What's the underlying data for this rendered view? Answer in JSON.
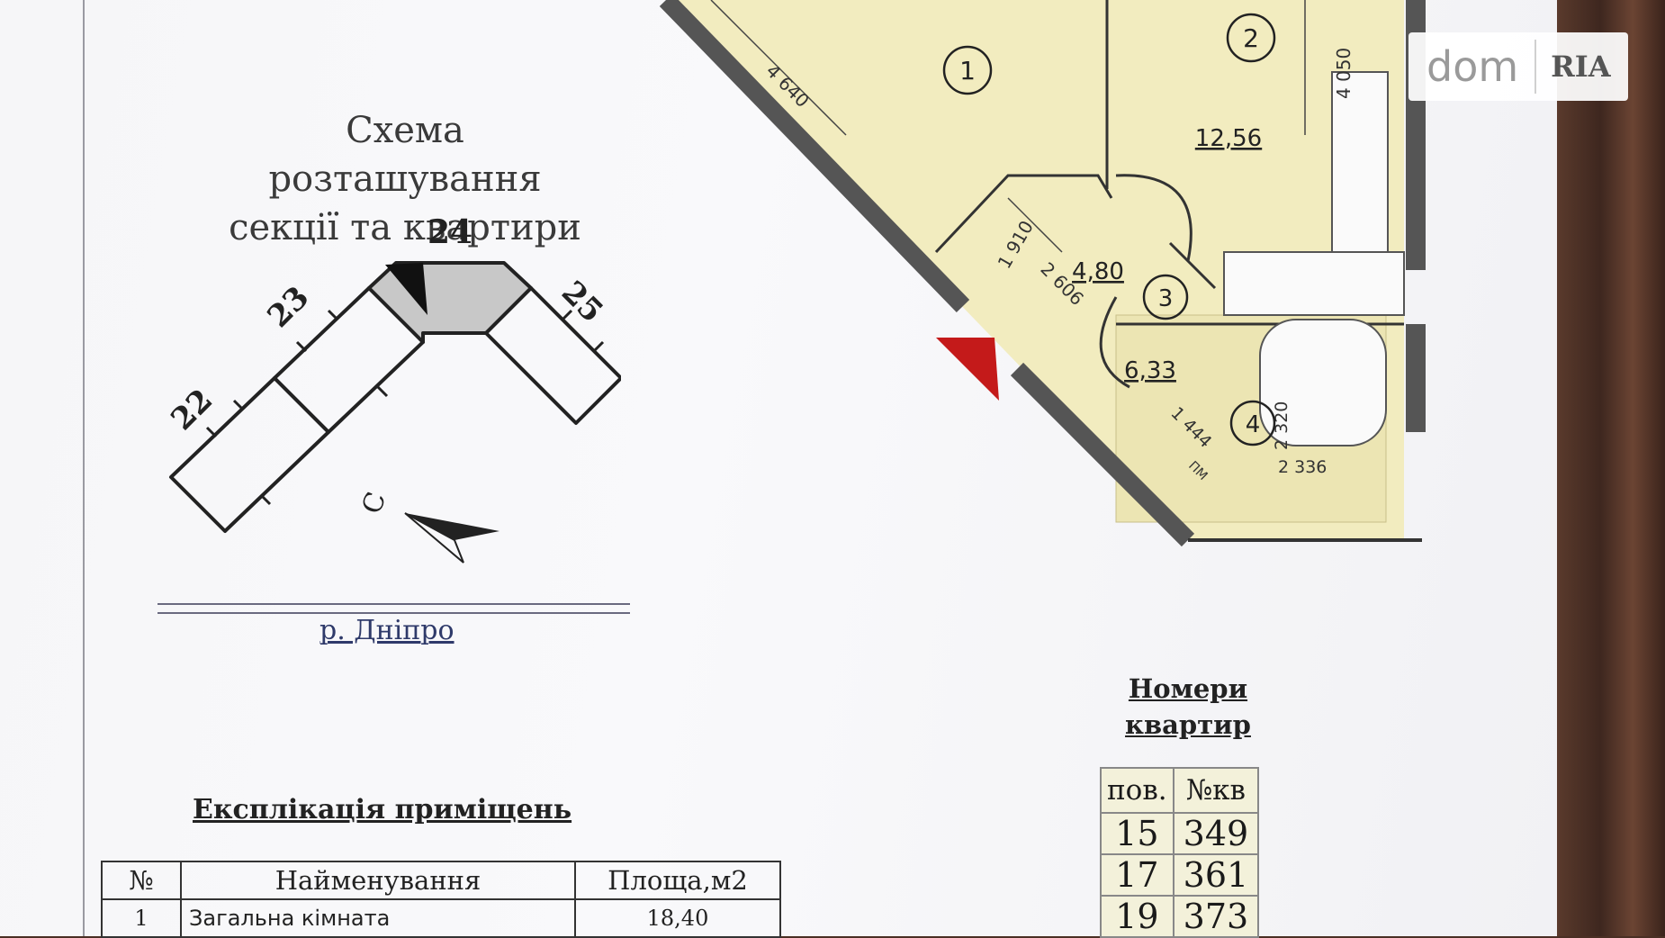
{
  "scheme": {
    "title_line1": "Схема розташування",
    "title_line2": "секції та квартири",
    "sections": [
      "22",
      "23",
      "24",
      "25"
    ],
    "compass_label": "С",
    "river_label": "р. Дніпро"
  },
  "plan": {
    "rooms": [
      {
        "number": "1",
        "area": ""
      },
      {
        "number": "2",
        "area": "12,56"
      },
      {
        "number": "3",
        "area": "4,80"
      },
      {
        "number": "4",
        "area": "6,33"
      }
    ],
    "dimensions": [
      "4 640",
      "4 050",
      "1 910",
      "2 606",
      "1 444",
      "2 320",
      "2 336"
    ],
    "small_label": "ПМ",
    "wall_color": "#555555",
    "floor_color": "#f2ecbf",
    "entrance_marker_color": "#c41a1a"
  },
  "explication": {
    "title": "Експлікація приміщень",
    "headers": [
      "№",
      "Найменування",
      "Площа,м2"
    ],
    "rows": [
      {
        "no": "1",
        "name": "Загальна кімната",
        "area": "18,40"
      }
    ]
  },
  "apartment_numbers": {
    "title_line1": "Номери",
    "title_line2": "квартир",
    "headers": [
      "пов.",
      "№кв"
    ],
    "rows": [
      {
        "floor": "15",
        "apt": "349"
      },
      {
        "floor": "17",
        "apt": "361"
      },
      {
        "floor": "19",
        "apt": "373"
      }
    ]
  },
  "watermark": {
    "left": "dom",
    "right": "RIA"
  }
}
